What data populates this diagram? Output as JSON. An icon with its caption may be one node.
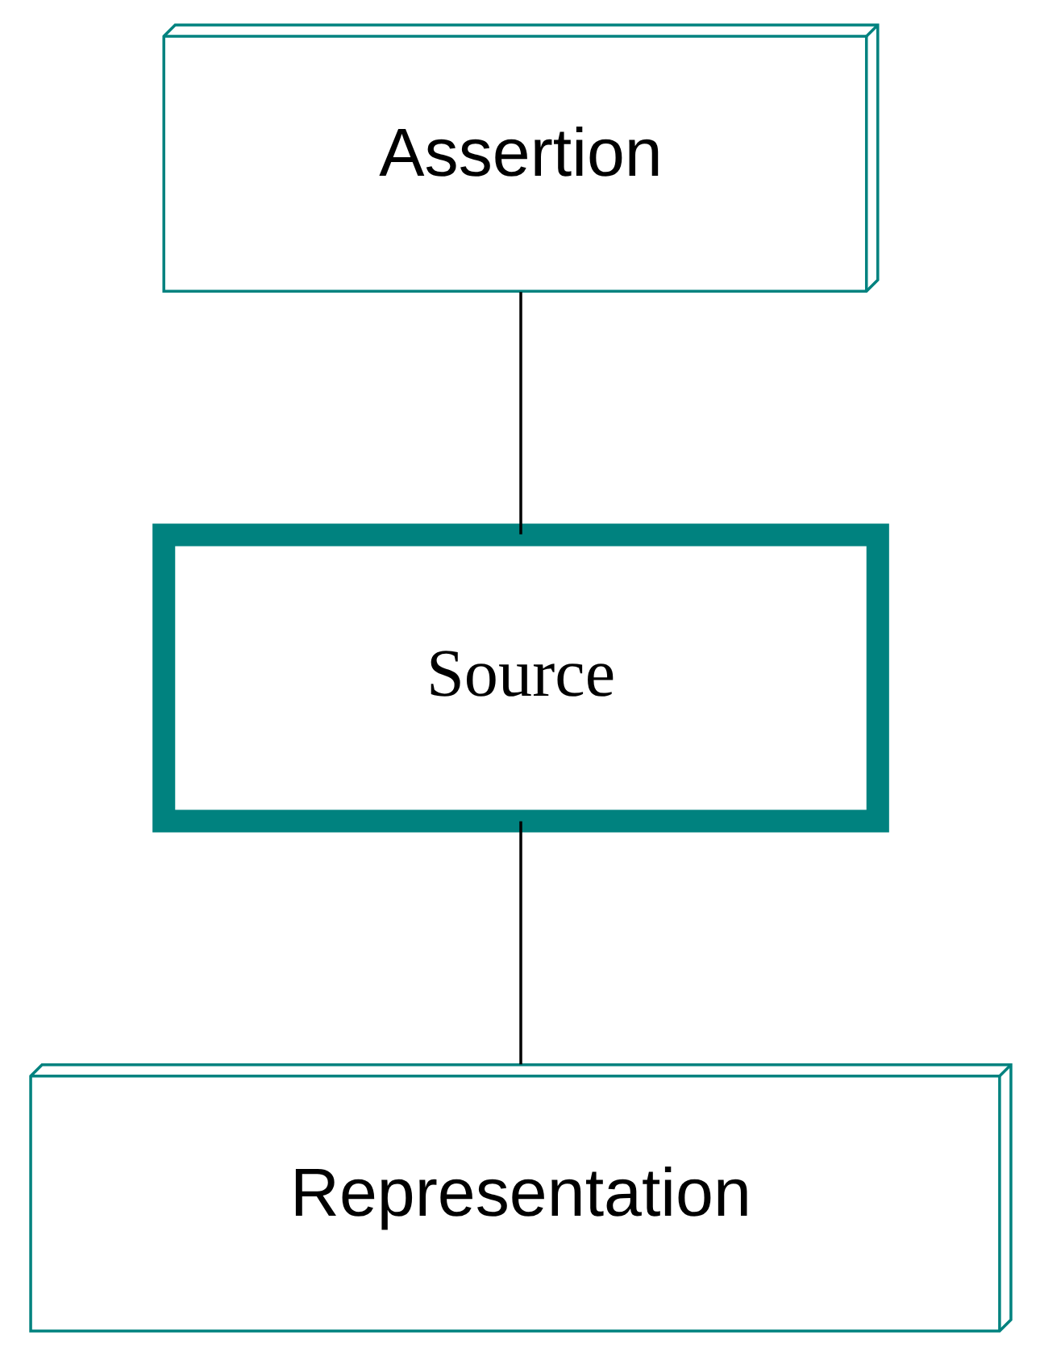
{
  "diagram": {
    "nodes": [
      {
        "text": [
          "Assertion"
        ]
      },
      {
        "text": [
          "Source"
        ]
      },
      {
        "text": [
          "Representation"
        ]
      }
    ],
    "edges": [
      {
        "from": 0,
        "to": 1,
        "arrow": "none"
      },
      {
        "from": 1,
        "to": 2,
        "arrow": "none"
      }
    ]
  }
}
